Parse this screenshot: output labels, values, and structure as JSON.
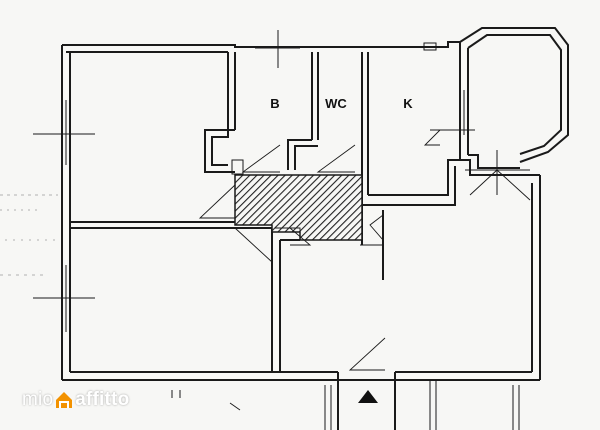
{
  "rooms": {
    "bathroom": "B",
    "wc": "WC",
    "kitchen": "K"
  },
  "watermark": {
    "part1": "mio",
    "part2": "affitto",
    "accent_color": "#f39200"
  },
  "colors": {
    "wall": "#1a1a1a",
    "background": "#f7f7f5"
  }
}
